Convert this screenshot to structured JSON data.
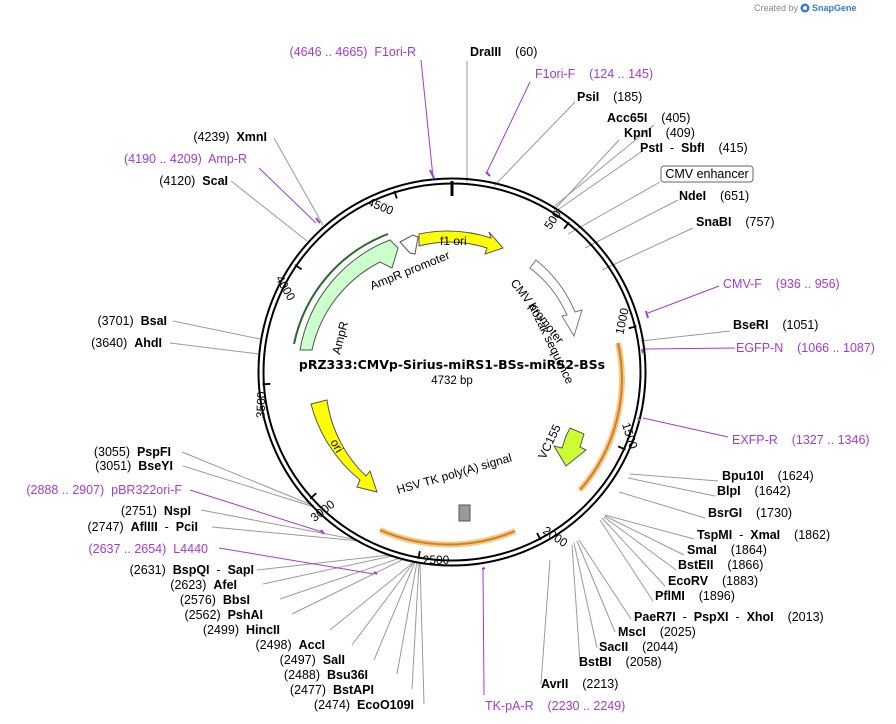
{
  "brand": {
    "created_by": "Created by",
    "name": "SnapGene"
  },
  "plasmid": {
    "name": "pRZ333:CMVp-Sirius-miRS1-BSs-miRS2-BSs",
    "size": "4732 bp"
  },
  "ticks": [
    "500",
    "1000",
    "1500",
    "2000",
    "2500",
    "3000",
    "3500",
    "4000",
    "4500"
  ],
  "features": {
    "f1_ori": "f1 ori",
    "ampr_promoter": "AmpR promoter",
    "ampr": "AmpR",
    "cmv_enhancer": "CMV enhancer",
    "cmv_promoter": "CMV promoter",
    "kozak": "Kozak sequence",
    "vc155": "VC155",
    "hsv_tk": "HSV TK poly(A) signal",
    "ori": "ori"
  },
  "sites": [
    {
      "id": "drai",
      "name": "DraIII",
      "pos": "(60)"
    },
    {
      "id": "psi",
      "name": "PsiI",
      "pos": "(185)"
    },
    {
      "id": "acc65",
      "name": "Acc65I",
      "pos": "(405)"
    },
    {
      "id": "kpn",
      "name": "KpnI",
      "pos": "(409)"
    },
    {
      "id": "pst",
      "name": "PstI",
      "sep": "-",
      "name2": "SbfI",
      "pos": "(415)"
    },
    {
      "id": "nde",
      "name": "NdeI",
      "pos": "(651)"
    },
    {
      "id": "snab",
      "name": "SnaBI",
      "pos": "(757)"
    },
    {
      "id": "bser",
      "name": "BseRI",
      "pos": "(1051)"
    },
    {
      "id": "bpu10",
      "name": "Bpu10I",
      "pos": "(1624)"
    },
    {
      "id": "blp",
      "name": "BlpI",
      "pos": "(1642)"
    },
    {
      "id": "bsrg",
      "name": "BsrGI",
      "pos": "(1730)"
    },
    {
      "id": "tspm",
      "name": "TspMI",
      "sep": "-",
      "name2": "XmaI",
      "pos": "(1862)"
    },
    {
      "id": "sma",
      "name": "SmaI",
      "pos": "(1864)"
    },
    {
      "id": "bste",
      "name": "BstEII",
      "pos": "(1866)"
    },
    {
      "id": "ecorv",
      "name": "EcoRV",
      "pos": "(1883)"
    },
    {
      "id": "pflm",
      "name": "PflMI",
      "pos": "(1896)"
    },
    {
      "id": "paer",
      "name": "PaeR7I",
      "sep": "-",
      "name2": "PspXI",
      "sep2": "-",
      "name3": "XhoI",
      "pos": "(2013)"
    },
    {
      "id": "msc",
      "name": "MscI",
      "pos": "(2025)"
    },
    {
      "id": "sac2",
      "name": "SacII",
      "pos": "(2044)"
    },
    {
      "id": "bstb",
      "name": "BstBI",
      "pos": "(2058)"
    },
    {
      "id": "avr2",
      "name": "AvrII",
      "pos": "(2213)"
    },
    {
      "id": "eco109",
      "name": "EcoO109I",
      "pos": "(2474)"
    },
    {
      "id": "bstap",
      "name": "BstAPI",
      "pos": "(2477)"
    },
    {
      "id": "bsu36",
      "name": "Bsu36I",
      "pos": "(2488)"
    },
    {
      "id": "sal",
      "name": "SalI",
      "pos": "(2497)"
    },
    {
      "id": "acc",
      "name": "AccI",
      "pos": "(2498)"
    },
    {
      "id": "hinc2",
      "name": "HincII",
      "pos": "(2499)"
    },
    {
      "id": "psha",
      "name": "PshAI",
      "pos": "(2562)"
    },
    {
      "id": "bbs",
      "name": "BbsI",
      "pos": "(2576)"
    },
    {
      "id": "afe",
      "name": "AfeI",
      "pos": "(2623)"
    },
    {
      "id": "bspq",
      "name": "BspQI",
      "sep": "-",
      "name2": "SapI",
      "pos": "(2631)"
    },
    {
      "id": "pci",
      "name": "AflIII",
      "sep": "-",
      "name2": "PciI",
      "pos": "(2747)"
    },
    {
      "id": "nsp",
      "name": "NspI",
      "pos": "(2751)"
    },
    {
      "id": "bsey",
      "name": "BseYI",
      "pos": "(3051)"
    },
    {
      "id": "pspf",
      "name": "PspFI",
      "pos": "(3055)"
    },
    {
      "id": "ahd",
      "name": "AhdI",
      "pos": "(3640)"
    },
    {
      "id": "bsa",
      "name": "BsaI",
      "pos": "(3701)"
    },
    {
      "id": "sca",
      "name": "ScaI",
      "pos": "(4120)"
    },
    {
      "id": "xmn",
      "name": "XmnI",
      "pos": "(4239)"
    }
  ],
  "primers": [
    {
      "id": "f1orir",
      "name": "F1ori-R",
      "range": "(4646 .. 4665)"
    },
    {
      "id": "f1orif",
      "name": "F1ori-F",
      "range": "(124 .. 145)"
    },
    {
      "id": "ampr",
      "name": "Amp-R",
      "range": "(4190 .. 4209)"
    },
    {
      "id": "cmvf",
      "name": "CMV-F",
      "range": "(936 .. 956)"
    },
    {
      "id": "egfpn",
      "name": "EGFP-N",
      "range": "(1066 .. 1087)"
    },
    {
      "id": "exfpr",
      "name": "EXFP-R",
      "range": "(1327 .. 1346)"
    },
    {
      "id": "pbr322",
      "name": "pBR322ori-F",
      "range": "(2888 .. 2907)"
    },
    {
      "id": "l4440",
      "name": "L4440",
      "range": "(2637 .. 2654)"
    },
    {
      "id": "tkpar",
      "name": "TK-pA-R",
      "range": "(2230 .. 2249)"
    }
  ],
  "colors": {
    "backbone": "#000000",
    "primer": "#a23bcf",
    "f1_ori_fill": "#ffff00",
    "ampr_fill": "#ccffcc",
    "vc155_fill": "#ccff33",
    "orf_outline": "#f0a030",
    "hsv_tk_fill": "#999999"
  }
}
